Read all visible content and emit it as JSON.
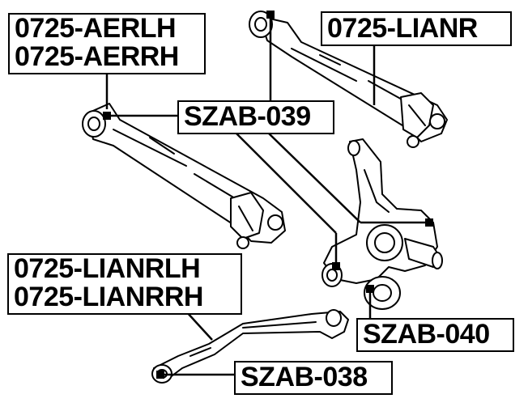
{
  "labels": {
    "aerlh": "0725-AERLH",
    "aerrh": "0725-AERRH",
    "lianr": "0725-LIANR",
    "szab039": "SZAB-039",
    "lianrlh": "0725-LIANRLH",
    "lianrrh": "0725-LIANRRH",
    "szab040": "SZAB-040",
    "szab038": "SZAB-038"
  },
  "colors": {
    "line": "#000000",
    "part_fill": "#ffffff"
  }
}
